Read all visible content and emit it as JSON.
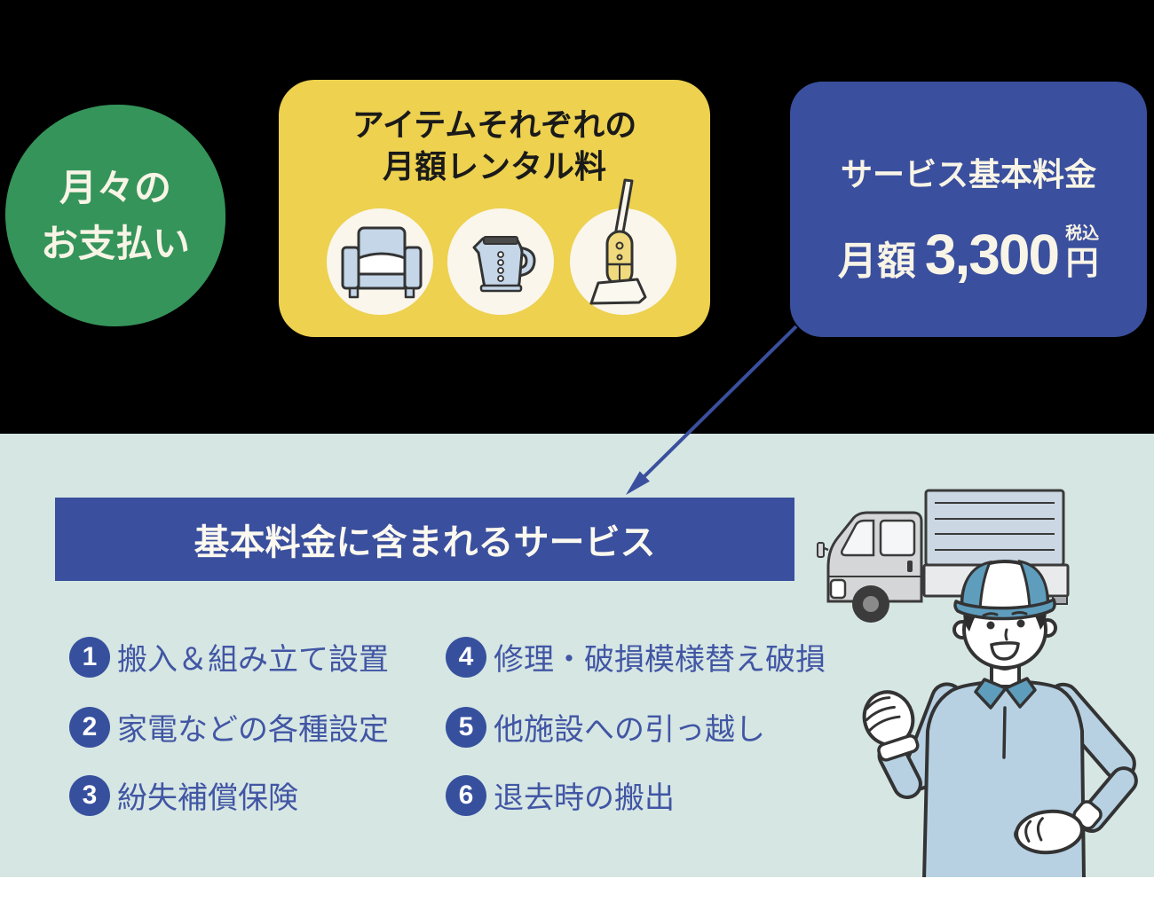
{
  "colors": {
    "page_background": "#000000",
    "panel_background": "#D6E6E3",
    "bottom_strip": "#FFFFFF",
    "green": "#35945A",
    "yellow": "#EDD14F",
    "cream": "#FAF6EC",
    "blue": "#3A4F9D",
    "list_text_blue": "#4156A4",
    "shirt_blue": "#B7D1E3",
    "cap_blue": "#5F9DBD"
  },
  "monthly_payment": {
    "line1": "月々の",
    "line2": "お支払い"
  },
  "rental_fee_card": {
    "title_line1": "アイテムそれぞれの",
    "title_line2": "月額レンタル料",
    "icons": [
      "sofa-icon",
      "kettle-icon",
      "vacuum-icon"
    ]
  },
  "base_fee_card": {
    "title": "サービス基本料金",
    "price_prefix": "月額",
    "price_value": "3,300",
    "tax_label": "税込",
    "currency_unit": "円"
  },
  "included_services": {
    "header": "基本料金に含まれるサービス",
    "items": [
      {
        "num": "1",
        "label": "搬入＆組み立て設置"
      },
      {
        "num": "2",
        "label": "家電などの各種設定"
      },
      {
        "num": "3",
        "label": "紛失補償保険"
      },
      {
        "num": "4",
        "label": "修理・破損模様替え破損"
      },
      {
        "num": "5",
        "label": "他施設への引っ越し"
      },
      {
        "num": "6",
        "label": "退去時の搬出"
      }
    ]
  }
}
